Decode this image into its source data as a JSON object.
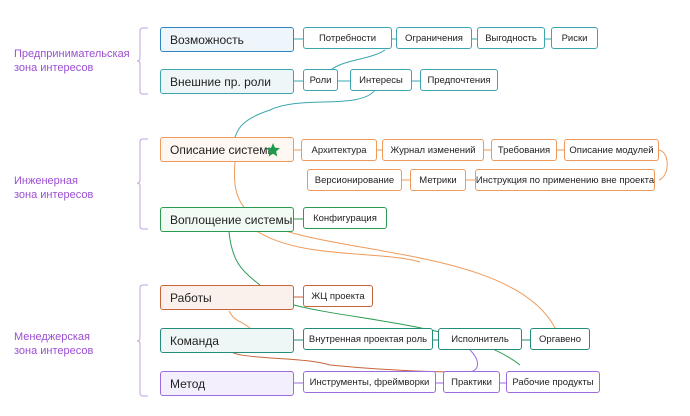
{
  "colors": {
    "zone_label": "#9b4fd1",
    "blue": "#2f85c4",
    "blue_fill": "#eef5fb",
    "teal": "#3ba6b0",
    "orange": "#ef9a5a",
    "orange_dark": "#c8643a",
    "green": "#2b9a52",
    "green_fill": "#f2faf4",
    "teal_main": "#248c7a",
    "teal_fill": "#eef7f5",
    "purple": "#9b6be0",
    "purple_fill": "#f4effd",
    "star": "#1e9a4a",
    "brace": "#c9b3e3"
  },
  "zones": [
    {
      "line1": "Предпринимательская",
      "line2": "зона интересов"
    },
    {
      "line1": "Инженерная",
      "line2": "зона интересов"
    },
    {
      "line1": "Менеджерская",
      "line2": "зона интересов"
    }
  ],
  "nodes": {
    "vozmozhnost": "Возможность",
    "vneshnie_roli": "Внешние пр. роли",
    "opisanie_sistemy": "Описание системы",
    "voploshchenie": "Воплощение системы",
    "raboty": "Работы",
    "komanda": "Команда",
    "metod": "Метод"
  },
  "subs": {
    "potrebnosti": "Потребности",
    "ogranicheniya": "Ограничения",
    "vygodnost": "Выгодность",
    "riski": "Риски",
    "roli": "Роли",
    "interesy": "Интересы",
    "predpochteniya": "Предпочтения",
    "arhitektura": "Архитектура",
    "zhurnal": "Журнал изменений",
    "trebovaniya": "Требования",
    "opisanie_moduley": "Описание модулей",
    "versionirovanie": "Версионирование",
    "metriki": "Метрики",
    "instrukciya": "Инструкция по применению вне проекта",
    "konfiguraciya": "Конфигурация",
    "zhc_proekta": "ЖЦ проекта",
    "vnutrennyaya_rol": "Внутренная проектая роль",
    "ispolnitel": "Исполнитель",
    "orgaveno": "Оргавено",
    "instrumenty": "Инструменты, фреймворки",
    "praktiki": "Практики",
    "rabochie_produkty": "Рабочие продукты"
  },
  "icons": {
    "star": "star-icon"
  }
}
